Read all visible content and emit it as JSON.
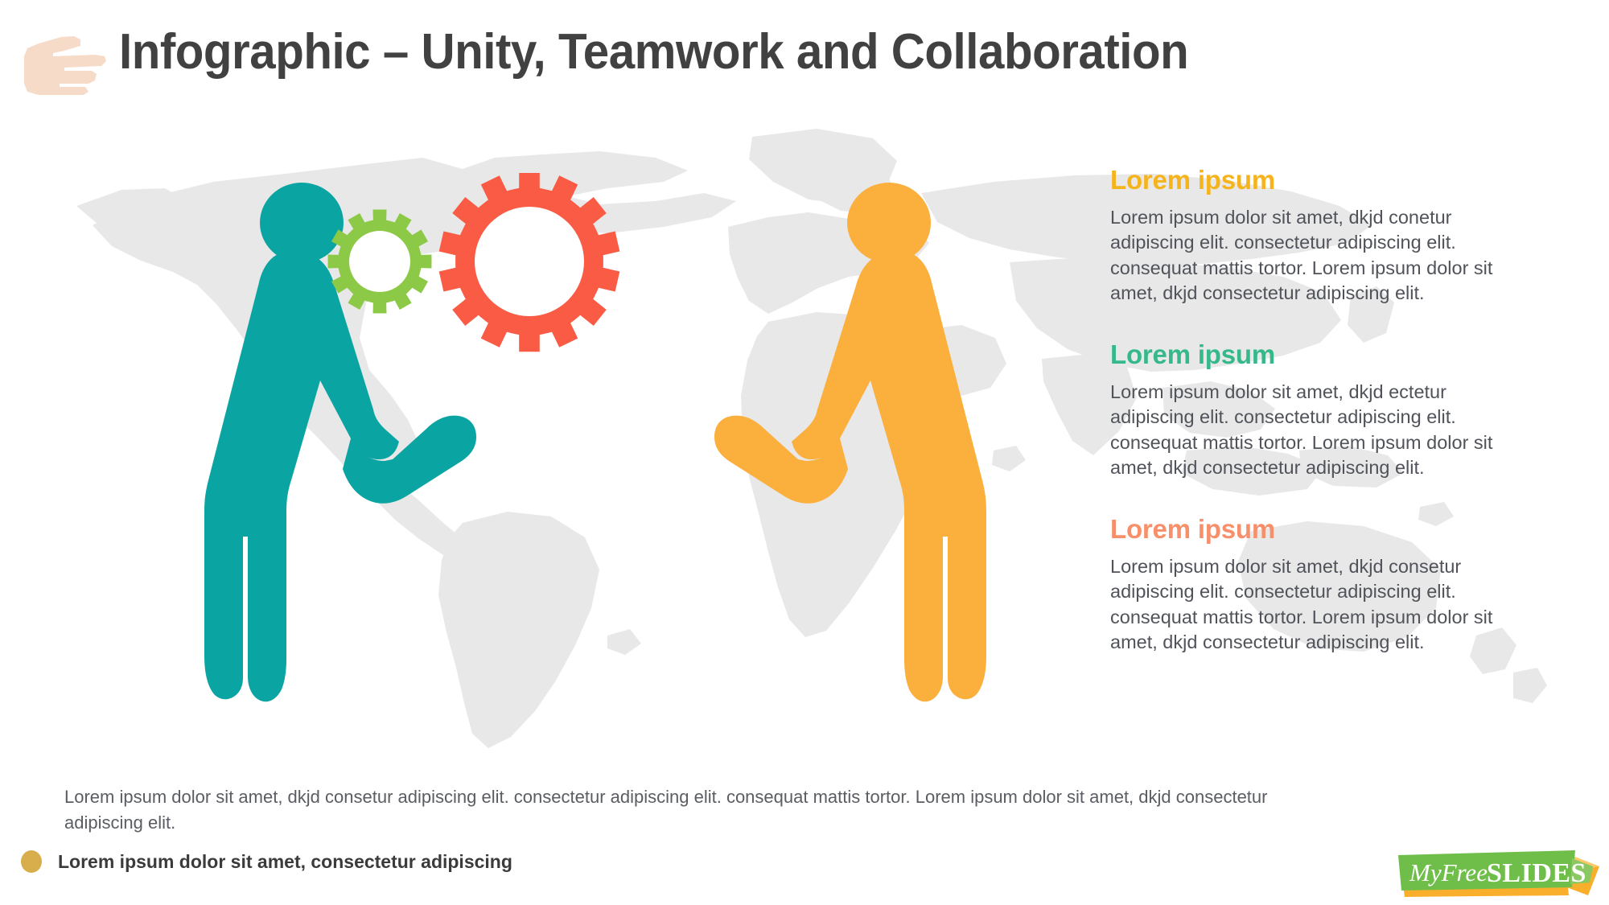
{
  "header": {
    "hand_icon": "pointing-hand-icon",
    "title": "Infographic – Unity, Teamwork and Collaboration",
    "title_color": "#414141"
  },
  "illustration": {
    "description": "two-people-turning-gears",
    "figures": [
      {
        "name": "person-left",
        "color": "#0AA5A2",
        "facing": "right"
      },
      {
        "name": "person-right",
        "color": "#FBAF3C",
        "facing": "left"
      }
    ],
    "gears": [
      {
        "name": "gear-small-green",
        "color": "#8CC947",
        "teeth": 12
      },
      {
        "name": "gear-large-red",
        "color": "#FA5B44",
        "teeth": 14
      }
    ],
    "background_map_color": "#E8E8E8"
  },
  "text_blocks": [
    {
      "heading": "Lorem ipsum",
      "heading_color": "#F5B31C",
      "body": "Lorem ipsum dolor sit amet, dkjd conetur adipiscing elit. consectetur adipiscing elit. consequat mattis tortor. Lorem ipsum dolor sit amet, dkjd consectetur adipiscing elit."
    },
    {
      "heading": "Lorem ipsum",
      "heading_color": "#35B98A",
      "body": "Lorem ipsum dolor sit amet, dkjd ectetur adipiscing elit. consectetur adipiscing elit. consequat mattis tortor. Lorem ipsum dolor sit amet, dkjd consectetur adipiscing elit."
    },
    {
      "heading": "Lorem ipsum",
      "heading_color": "#F78F6A",
      "body": "Lorem ipsum dolor sit amet, dkjd consetur adipiscing elit. consectetur adipiscing elit. consequat mattis tortor. Lorem ipsum dolor sit amet, dkjd consectetur adipiscing elit."
    }
  ],
  "caption": "Lorem ipsum dolor sit amet, dkjd consetur adipiscing elit. consectetur adipiscing elit. consequat mattis tortor. Lorem ipsum dolor sit amet, dkjd consectetur adipiscing elit.",
  "footer": {
    "bullet_color": "#D8AE4C",
    "text": "Lorem ipsum dolor sit amet, consectetur adipiscing"
  },
  "logo": {
    "script_text": "MyFree",
    "bold_text": "SLIDES",
    "ribbon_color": "#6FBE4A",
    "fold_color": "#F9AF2B"
  }
}
